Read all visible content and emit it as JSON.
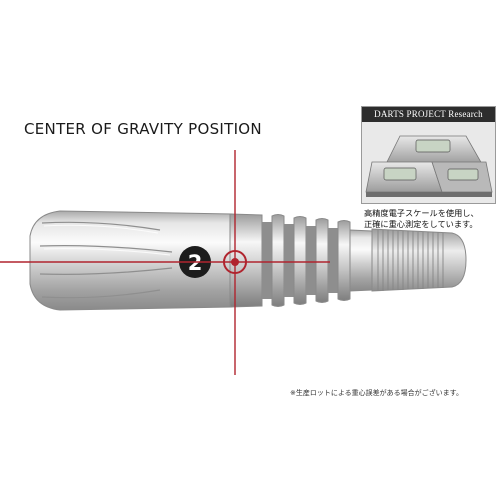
{
  "headline": "CENTER OF GRAVITY POSITION",
  "research_box": {
    "title": "DARTS PROJECT Research"
  },
  "caption": {
    "line1": "高精度電子スケールを使用し、",
    "line2": "正確に重心測定をしています。"
  },
  "footnote": "※生産ロットによる重心誤差がある場合がございます。",
  "logo_glyph": "2",
  "colors": {
    "crosshair": "#b0242e",
    "metal_light": "#f4f4f4",
    "metal_dark": "#8d8d8d",
    "logo": "#1c1c1c"
  }
}
